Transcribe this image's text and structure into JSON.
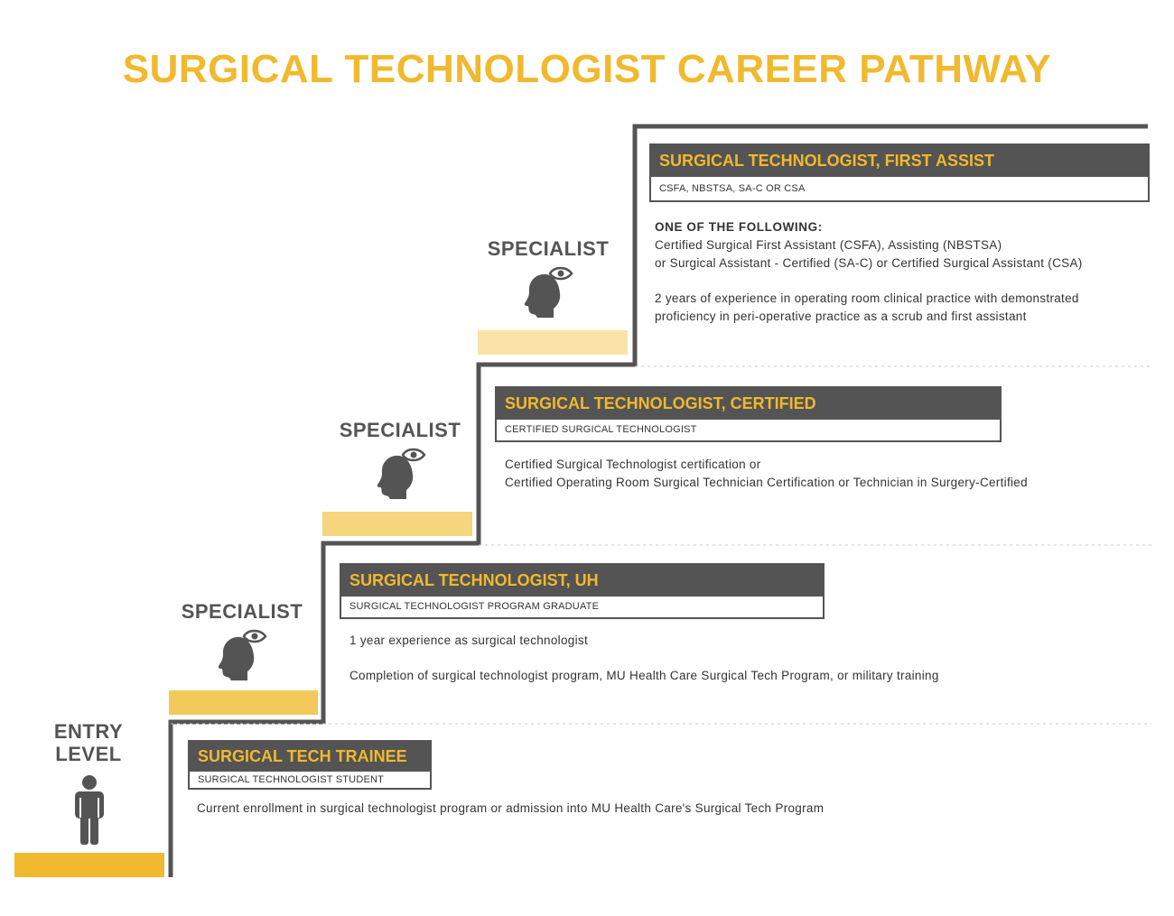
{
  "title": "SURGICAL TECHNOLOGIST CAREER PATHWAY",
  "colors": {
    "accent": "#f0b92e",
    "dark": "#545454",
    "platform_entry": "#f0b92e",
    "platform_1": "#f3c95a",
    "platform_2": "#f6d57f",
    "platform_3": "#f9e3a9"
  },
  "levels": [
    {
      "label_line1": "ENTRY",
      "label_line2": "LEVEL",
      "icon": "person-icon",
      "card_title": "SURGICAL TECH TRAINEE",
      "card_subtitle": "SURGICAL TECHNOLOGIST STUDENT",
      "desc": [
        "Current enrollment in surgical technologist program or admission into MU Health Care's Surgical Tech Program"
      ]
    },
    {
      "label": "SPECIALIST",
      "icon": "head-eye-icon",
      "card_title": "SURGICAL TECHNOLOGIST, UH",
      "card_subtitle": "SURGICAL TECHNOLOGIST PROGRAM GRADUATE",
      "desc": [
        "1 year experience as surgical technologist",
        "Completion of surgical technologist program, MU Health Care Surgical Tech Program, or military training"
      ]
    },
    {
      "label": "SPECIALIST",
      "icon": "head-eye-icon",
      "card_title": "SURGICAL TECHNOLOGIST, CERTIFIED",
      "card_subtitle": "CERTIFIED SURGICAL TECHNOLOGIST",
      "desc": [
        "Certified Surgical Technologist certification or",
        "Certified Operating Room Surgical Technician Certification or Technician in Surgery-Certified"
      ]
    },
    {
      "label": "SPECIALIST",
      "icon": "head-eye-icon",
      "card_title": "SURGICAL TECHNOLOGIST, FIRST ASSIST",
      "card_subtitle": "CSFA, NBSTSA, SA-C OR CSA",
      "desc_heading": "ONE OF THE FOLLOWING:",
      "desc": [
        "Certified Surgical First Assistant (CSFA), Assisting (NBSTSA)",
        "or Surgical Assistant - Certified (SA-C) or Certified Surgical Assistant (CSA)",
        "2 years of experience in operating room clinical practice with demonstrated",
        "proficiency in peri-operative practice as a scrub and first assistant"
      ]
    }
  ]
}
